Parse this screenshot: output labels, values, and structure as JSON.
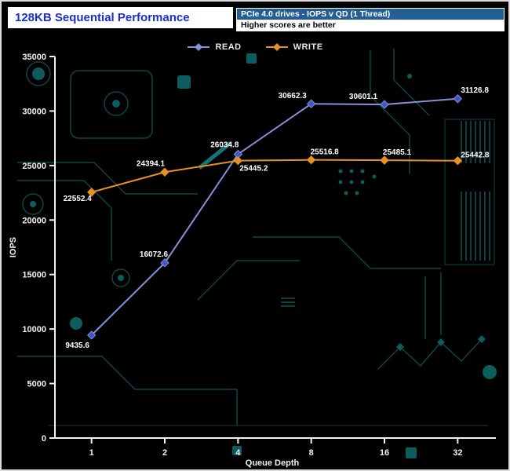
{
  "header": {
    "title": "128KB Sequential Performance",
    "banner_line1": "PCIe 4.0 drives - IOPS v QD (1 Thread)",
    "banner_line2": "Higher scores are better"
  },
  "legend": {
    "items": [
      {
        "label": "READ",
        "color": "#8590d8"
      },
      {
        "label": "WRITE",
        "color": "#e89020"
      }
    ]
  },
  "chart_data": {
    "type": "line",
    "x_categories": [
      "1",
      "2",
      "4",
      "8",
      "16",
      "32"
    ],
    "xlabel": "Queue Depth",
    "ylabel": "IOPS",
    "ylim": [
      0,
      35000
    ],
    "ytick_step": 5000,
    "grid": false,
    "legend_position": "top",
    "series": [
      {
        "name": "READ",
        "color": "#8590d8",
        "marker_color": "#4256c9",
        "marker": "diamond",
        "values": [
          9435.6,
          16072.6,
          26034.8,
          30662.3,
          30601.1,
          31126.8
        ]
      },
      {
        "name": "WRITE",
        "color": "#e89020",
        "marker_color": "#e89020",
        "marker": "diamond",
        "values": [
          22552.4,
          24394.1,
          25445.2,
          25516.8,
          25485.1,
          25442.8
        ]
      }
    ]
  },
  "colors": {
    "background": "#000000",
    "circuit": "#0d4a4c",
    "circuit_fill": "#0e6164",
    "axis": "#f2f2f2",
    "title_text": "#1a2fd0",
    "banner_bg": "#235e94"
  }
}
